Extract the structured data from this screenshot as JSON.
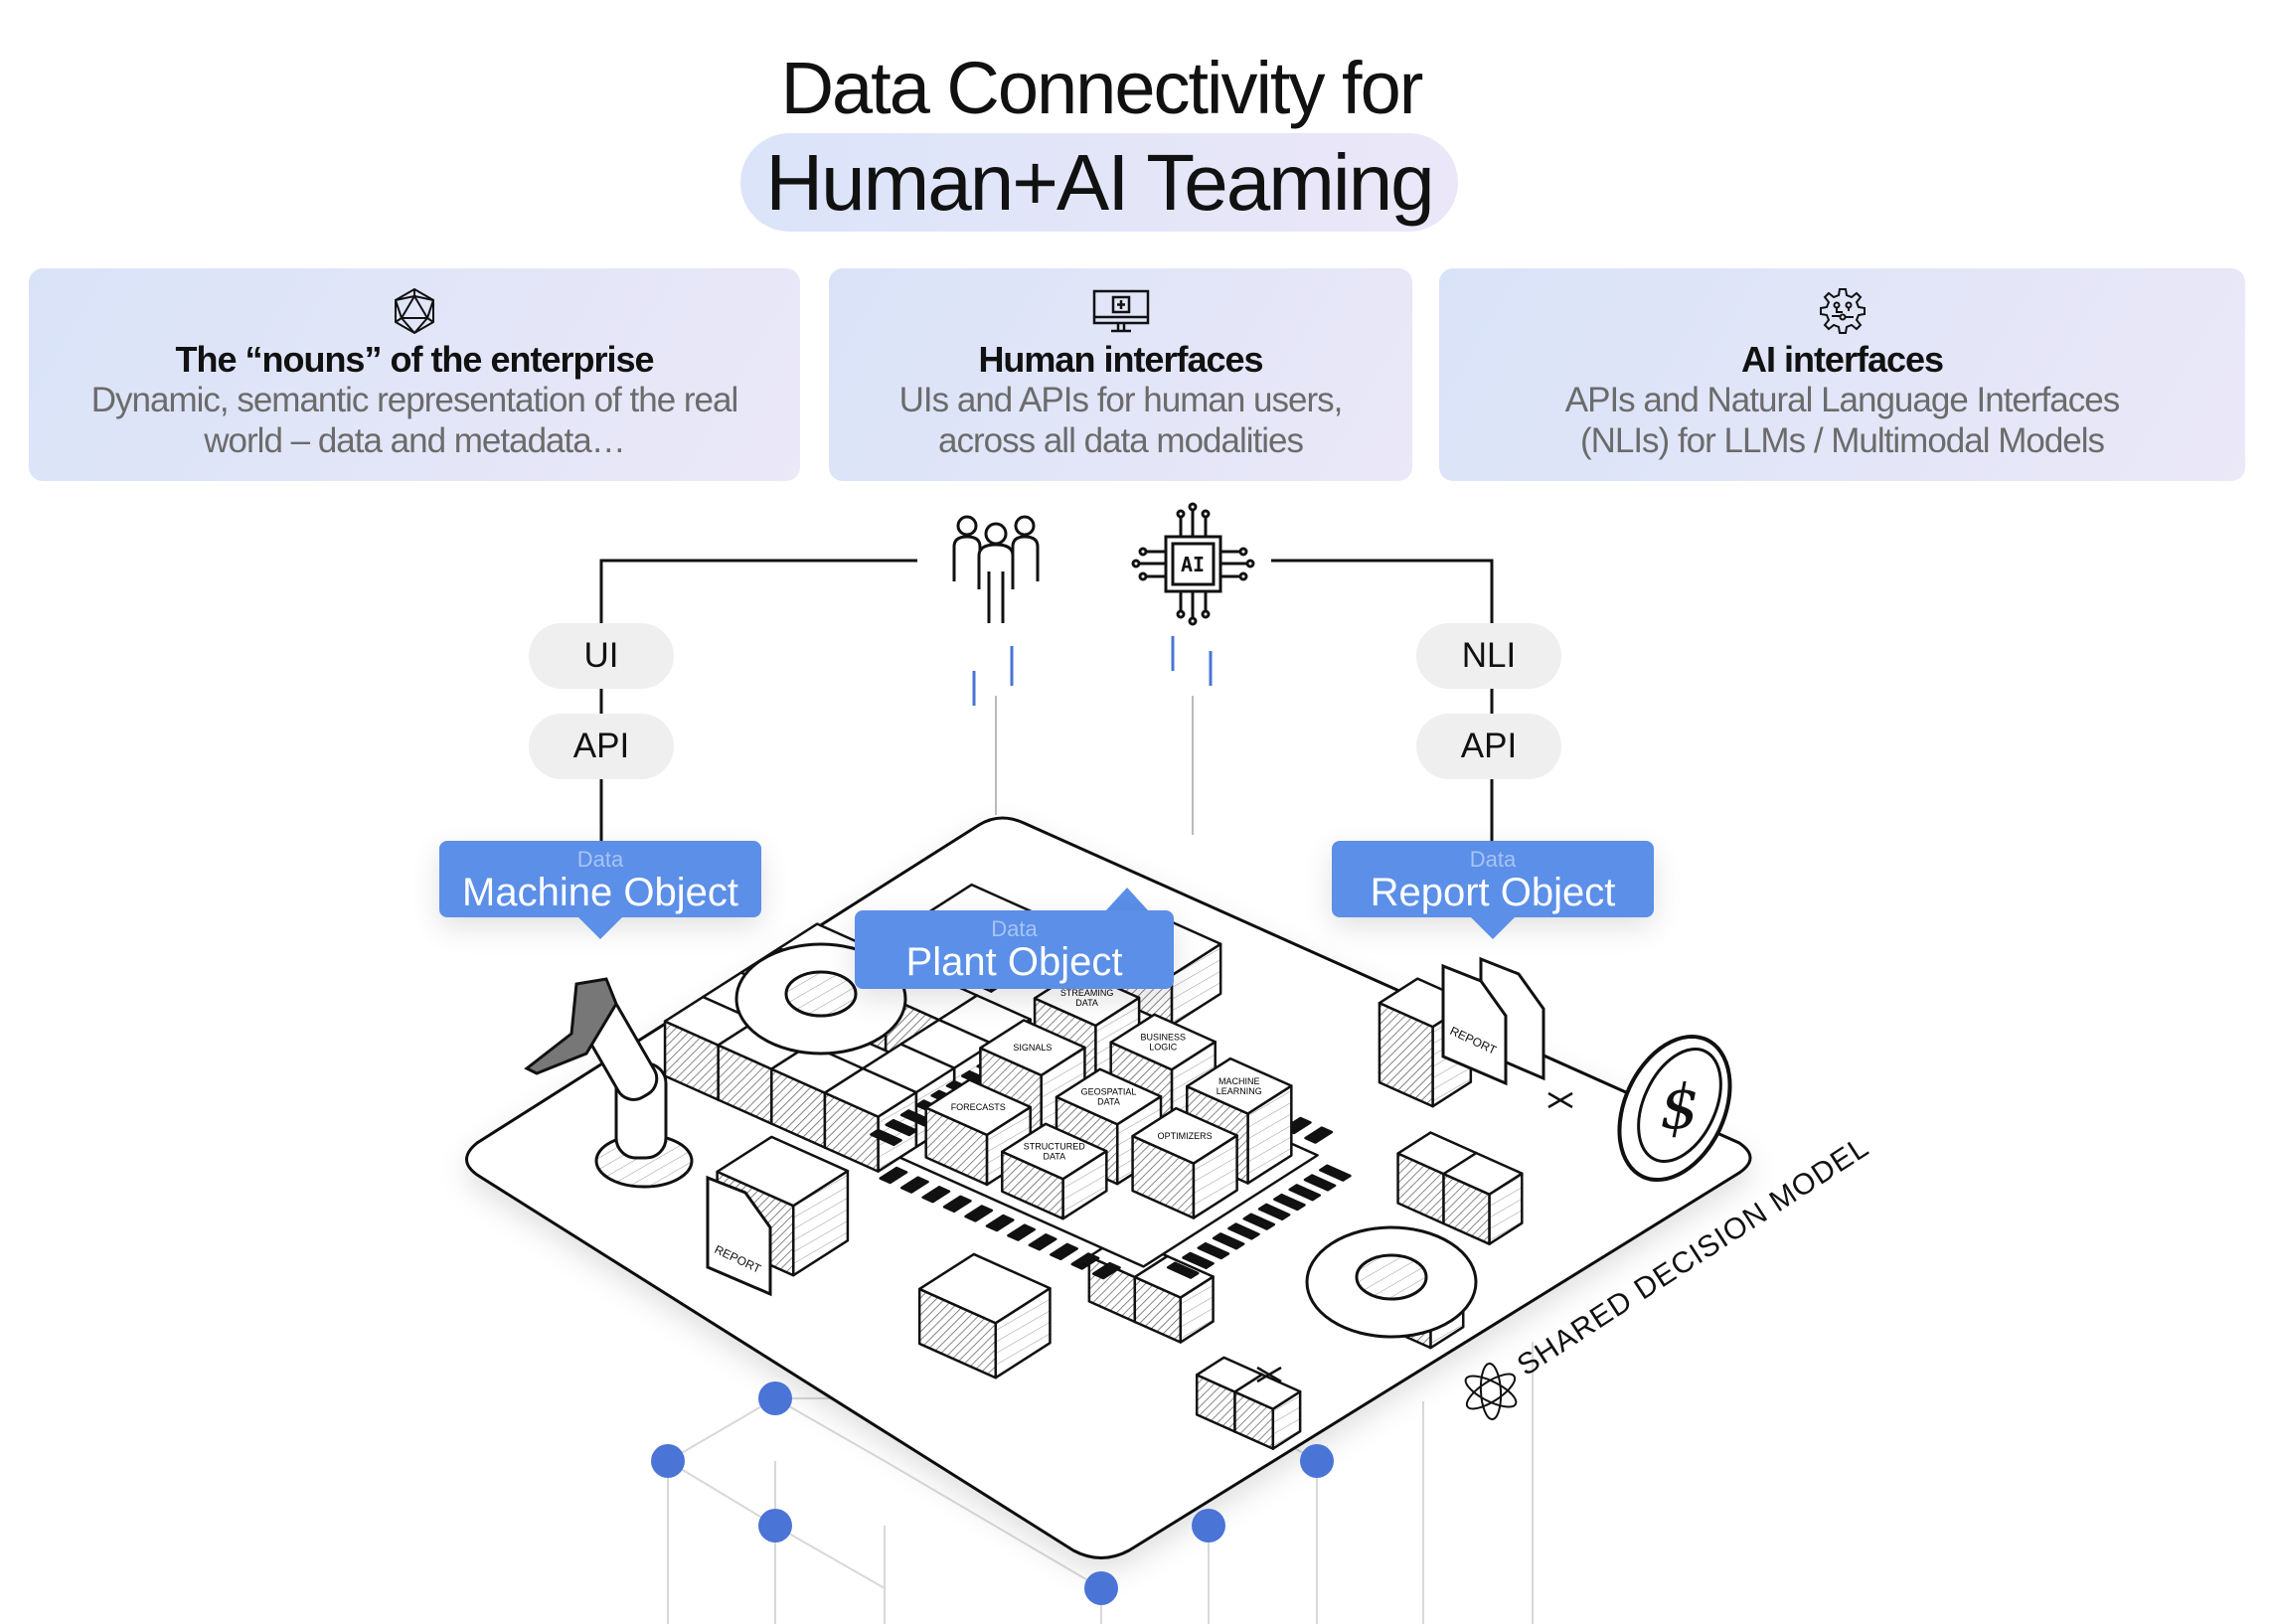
{
  "header": {
    "title_line1": "Data Connectivity for",
    "title_line2": "Human+AI Teaming"
  },
  "cards": [
    {
      "icon": "polyhedron-icon",
      "title": "The “nouns” of the enterprise",
      "desc": [
        "Dynamic, semantic representation of the real",
        "world – data and metadata…"
      ]
    },
    {
      "icon": "monitor-icon",
      "title": "Human interfaces",
      "desc": [
        "UIs and APIs for human users,",
        "across all data modalities"
      ]
    },
    {
      "icon": "gear-circuit-icon",
      "title": "AI interfaces",
      "desc": [
        "APIs and Natural Language Interfaces",
        "(NLIs) for LLMs / Multimodal Models"
      ]
    }
  ],
  "connectors": {
    "left": {
      "icon": "people-icon",
      "labels": [
        "UI",
        "API"
      ]
    },
    "right": {
      "icon": "ai-chip-icon",
      "chip_text": "AI",
      "labels": [
        "NLI",
        "API"
      ]
    }
  },
  "objects": [
    {
      "tag": "Data",
      "name": "Machine Object"
    },
    {
      "tag": "Data",
      "name": "Plant Object"
    },
    {
      "tag": "Data",
      "name": "Report Object"
    }
  ],
  "illustration": {
    "platform_label": "SHARED DECISION MODEL",
    "report_label": "REPORT",
    "currency_symbol": "$",
    "chip_blocks": [
      "STREAMING DATA",
      "BUSINESS LOGIC",
      "MACHINE LEARNING",
      "SIGNALS",
      "GEOSPATIAL DATA",
      "OPTIMIZERS",
      "FORECASTS",
      "STRUCTURED DATA"
    ]
  },
  "colors": {
    "accent": "#5b8fe8",
    "dot": "#4a74d6",
    "card_bg": "#dfe6f8",
    "pill_bg": "#efefef"
  }
}
